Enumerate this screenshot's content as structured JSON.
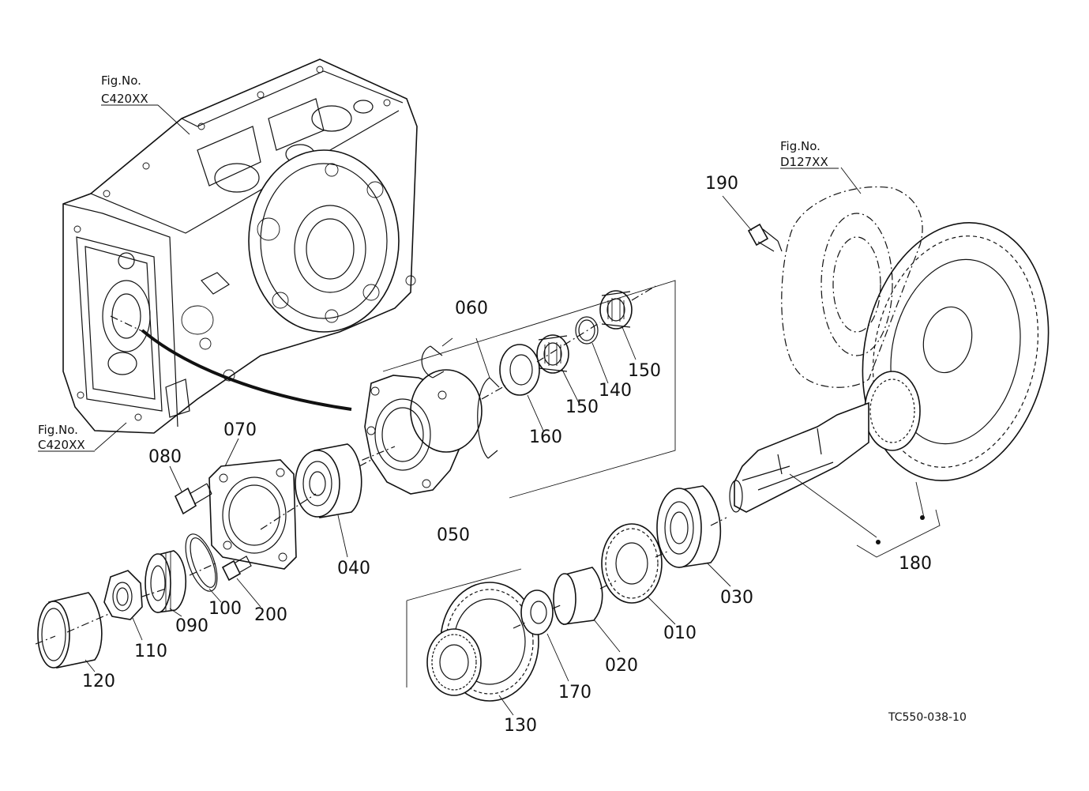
{
  "diagram": {
    "figure_refs": [
      {
        "id": "ref-top-left",
        "line1": "Fig.No.",
        "line2": "C420XX"
      },
      {
        "id": "ref-mid-left",
        "line1": "Fig.No.",
        "line2": "C420XX"
      },
      {
        "id": "ref-right",
        "line1": "Fig.No.",
        "line2": "D127XX"
      }
    ],
    "part_labels": {
      "p010": "010",
      "p020": "020",
      "p030": "030",
      "p040": "040",
      "p050": "050",
      "p060": "060",
      "p070": "070",
      "p080": "080",
      "p090": "090",
      "p100": "100",
      "p110": "110",
      "p120": "120",
      "p130": "130",
      "p140": "140",
      "p150a": "150",
      "p150b": "150",
      "p160": "160",
      "p170": "170",
      "p180": "180",
      "p190": "190",
      "p200": "200"
    },
    "drawing_code": "TC550-038-10"
  }
}
